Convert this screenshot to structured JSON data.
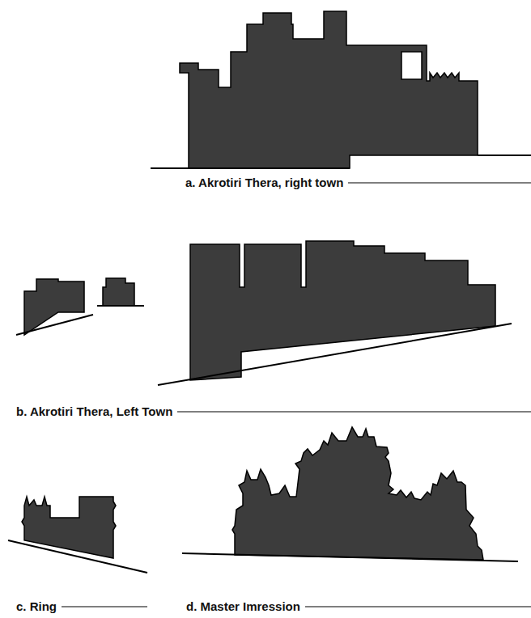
{
  "diagram": {
    "labels": [
      "a. Akrotiri Thera, right town",
      "b. Akrotiri Thera, Left Town",
      "c. Ring",
      "d. Master Imression"
    ]
  }
}
